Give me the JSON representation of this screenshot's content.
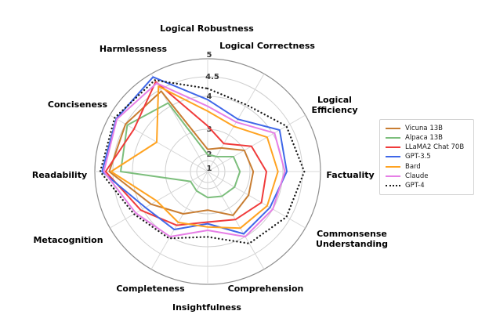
{
  "chart_data": {
    "type": "radar",
    "title": "",
    "categories": [
      "Logical Robustness",
      "Logical Correctness",
      "Logical Efficiency",
      "Factuality",
      "Commonsense Understanding",
      "Comprehension",
      "Insightfulness",
      "Completeness",
      "Metacognition",
      "Readability",
      "Conciseness",
      "Harmlessness"
    ],
    "r_tick_labels": [
      "1",
      "2",
      "3",
      "4",
      "4.5",
      "5"
    ],
    "r_tick_values": [
      1,
      2,
      3,
      4,
      4.5,
      5
    ],
    "ylim": [
      1,
      5
    ],
    "grid": true,
    "legend_position": "right",
    "scale_note": "nonlinear radial scale",
    "series": [
      {
        "name": "Vicuna 13B",
        "color": "#C87D32",
        "style": "solid",
        "values": [
          2.2,
          2.4,
          3.0,
          3.1,
          3.15,
          3.25,
          2.85,
          3.2,
          3.7,
          4.6,
          4.5,
          4.45
        ]
      },
      {
        "name": "Alpaca 13B",
        "color": "#7CBE7C",
        "style": "solid",
        "values": [
          1.95,
          2.0,
          2.5,
          2.6,
          2.55,
          2.45,
          2.35,
          2.2,
          2.1,
          4.3,
          4.45,
          4.1
        ]
      },
      {
        "name": "LLaMA2 Chat 70B",
        "color": "#F03B3B",
        "style": "solid",
        "values": [
          3.1,
          2.6,
          3.25,
          3.5,
          3.6,
          3.4,
          3.25,
          3.6,
          4.05,
          4.7,
          4.25,
          4.75
        ]
      },
      {
        "name": "GPT-3.5",
        "color": "#3F67E8",
        "style": "solid",
        "values": [
          3.9,
          3.55,
          4.2,
          4.1,
          3.9,
          3.9,
          3.3,
          3.75,
          3.9,
          4.8,
          4.8,
          4.9
        ]
      },
      {
        "name": "Bard",
        "color": "#FFA321",
        "style": "solid",
        "values": [
          3.55,
          3.3,
          3.8,
          3.85,
          3.8,
          3.7,
          3.4,
          3.5,
          3.5,
          4.55,
          3.5,
          4.6
        ]
      },
      {
        "name": "Claude",
        "color": "#E67FE6",
        "style": "solid",
        "values": [
          3.7,
          3.45,
          4.05,
          4.05,
          4.0,
          4.0,
          3.5,
          4.0,
          4.2,
          4.75,
          4.78,
          4.7
        ]
      },
      {
        "name": "GPT-4",
        "color": "#1A1A1A",
        "style": "dotted",
        "values": [
          4.2,
          4.05,
          4.4,
          4.55,
          4.4,
          4.2,
          3.7,
          4.05,
          4.25,
          4.85,
          4.85,
          4.8
        ]
      }
    ]
  }
}
